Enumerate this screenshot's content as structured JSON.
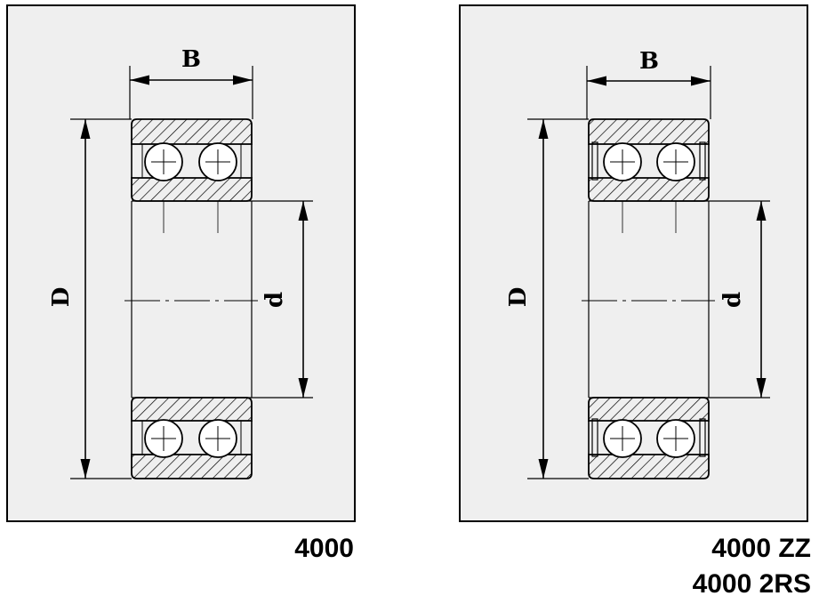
{
  "panels": [
    {
      "id": "open",
      "dim_labels": {
        "B": "B",
        "D": "D",
        "d": "d"
      },
      "model_lines": [
        "4000"
      ]
    },
    {
      "id": "sealed",
      "dim_labels": {
        "B": "B",
        "D": "D",
        "d": "d"
      },
      "model_lines": [
        "4000 ZZ",
        "4000 2RS"
      ]
    }
  ]
}
